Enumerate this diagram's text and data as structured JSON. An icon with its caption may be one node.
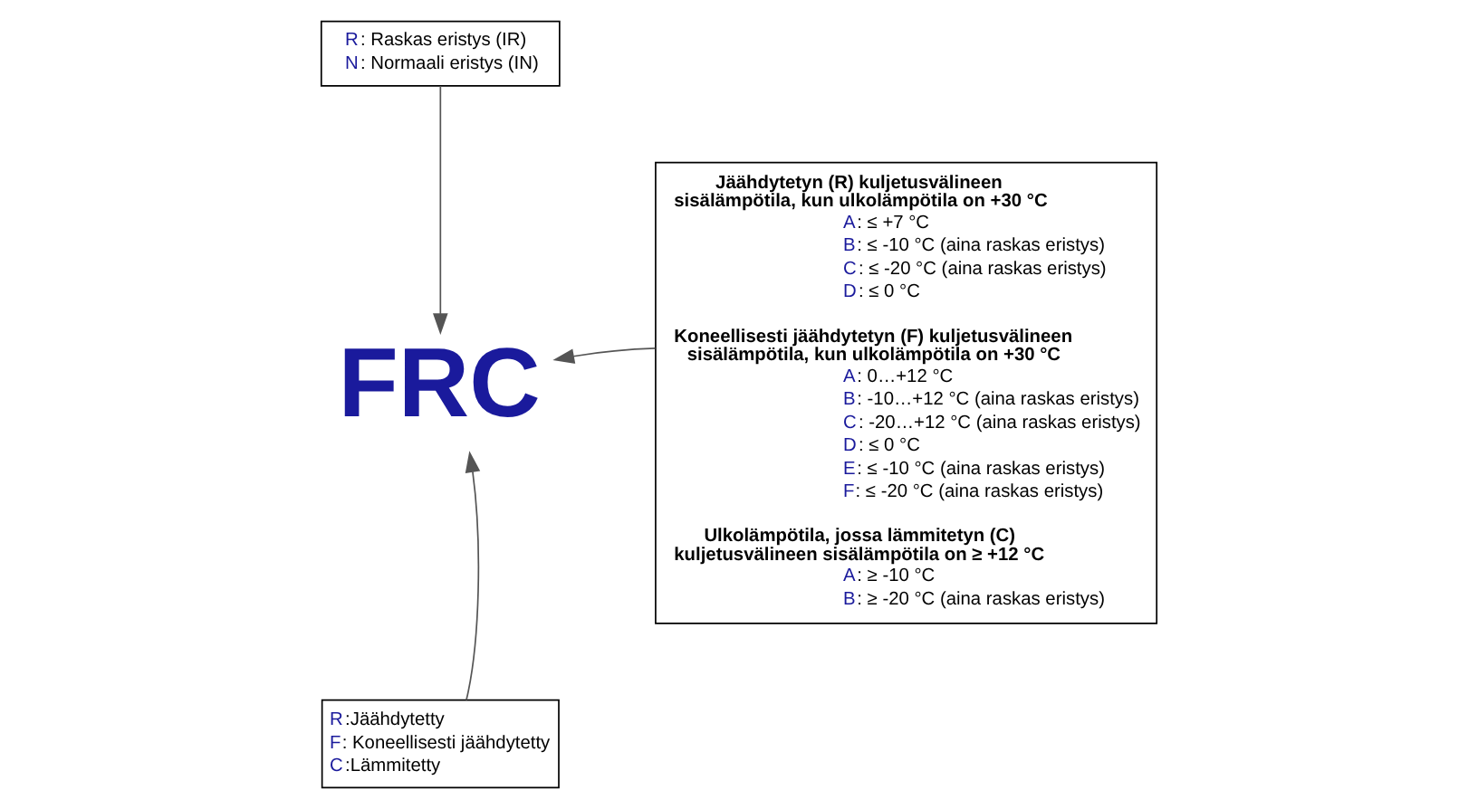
{
  "diagram": {
    "nodes": [
      {
        "text": [
          "R: Raskas eristys (IR)",
          "N: Normaali eristys (IN)"
        ]
      },
      {
        "text": [
          "FRC"
        ]
      },
      {
        "text": [
          "Jäähdytetyn (R) kuljetusvälineen sisälämpötila, kun ulkolämpötila on +30 °C",
          "A: ≤ +7 °C",
          "B: ≤ -10 °C (aina raskas eristys)",
          "C: ≤ -20 °C (aina raskas eristys)",
          "D: ≤ 0 °C",
          "Koneellisesti jäähdytetyn (F) kuljetusvälineen sisälämpötila, kun ulkolämpötila on +30 °C",
          "A: 0…+12 °C",
          "B: -10…+12 °C (aina raskas eristys)",
          "C: -20…+12 °C (aina raskas eristys)",
          "D: ≤ 0 °C",
          "E: ≤ -10 °C (aina raskas eristys)",
          "F: ≤ -20 °C (aina raskas eristys)",
          "Ulkolämpötila, jossa lämmitetyn (C) kuljetusvälineen sisälämpötila on ≥ +12 °C",
          "A: ≥ -10 °C",
          "B: ≥ -20 °C (aina raskas eristys)"
        ]
      },
      {
        "text": [
          "R:Jäähdytetty",
          "F: Koneellisesti jäähdytetty",
          "C:Lämmitetty"
        ]
      }
    ],
    "edges": [
      {
        "from": 0,
        "to": 1,
        "arrow": "to"
      },
      {
        "from": 2,
        "to": 1,
        "arrow": "to"
      },
      {
        "from": 3,
        "to": 1,
        "arrow": "to"
      }
    ]
  }
}
